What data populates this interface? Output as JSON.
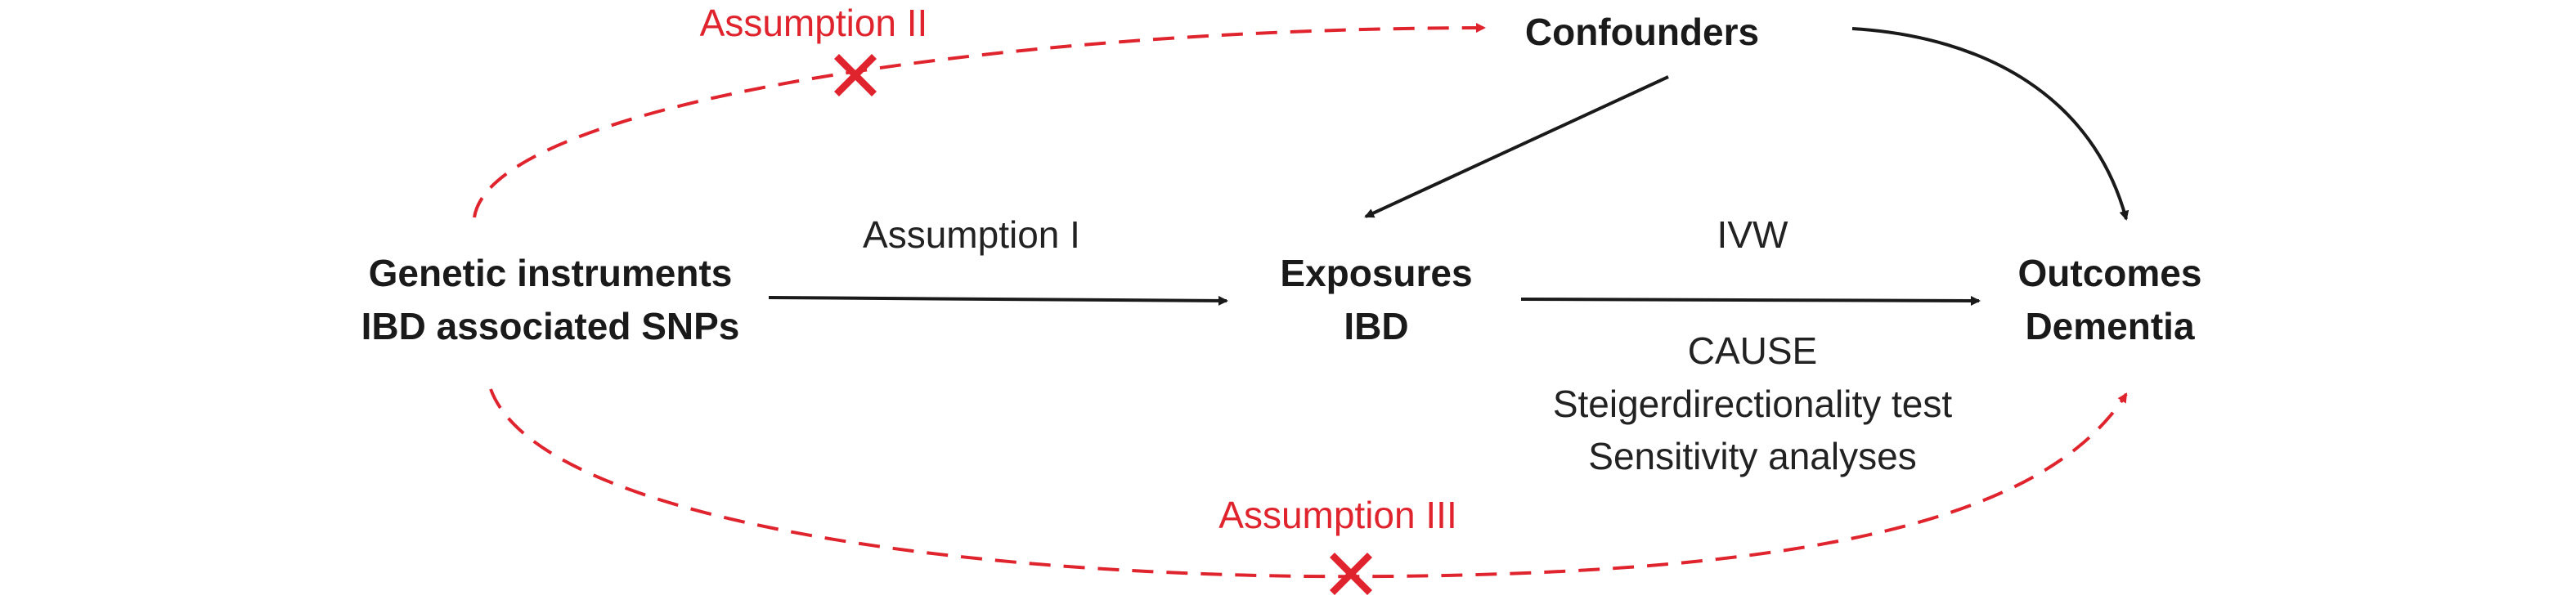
{
  "colors": {
    "text": "#1a1a1a",
    "arrow": "#1a1a1a",
    "assumption_red": "#e0242e"
  },
  "nodes": {
    "confounders": "Confounders",
    "instrument_line1": "Genetic instruments",
    "instrument_line2": "IBD associated SNPs",
    "exposure_line1": "Exposures",
    "exposure_line2": "IBD",
    "outcome_line1": "Outcomes",
    "outcome_line2": "Dementia"
  },
  "edge_labels": {
    "assumption_1": "Assumption I",
    "assumption_2": "Assumption II",
    "assumption_3": "Assumption III",
    "ivw": "IVW",
    "methods": [
      "CAUSE",
      "Steigerdirectionality test",
      "Sensitivity analyses"
    ]
  },
  "icons": {
    "violation_marker": "cross-icon"
  }
}
